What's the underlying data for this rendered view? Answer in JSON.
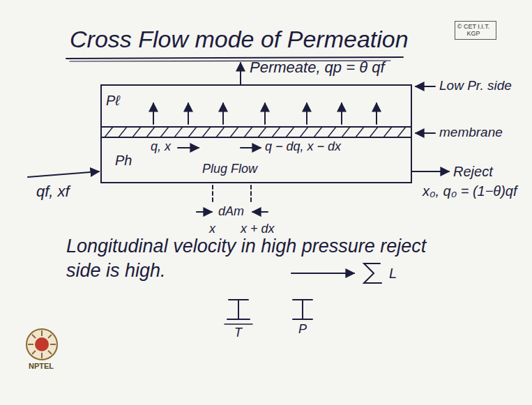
{
  "diagram": {
    "title": "Cross Flow mode of Permeation",
    "nodes": [
      {
        "text": [
          "© CET I.I.T. KGP"
        ]
      }
    ],
    "labels": [
      "Permeate, qp = θ qf",
      "Pℓ",
      "Low Pr. side",
      "membrane",
      "Ph",
      "q, x",
      "Plug Flow",
      "q − dq, x − dx",
      "Reject",
      "qf, xf",
      "x₀, q₀ = (1−θ)qf",
      "dAm",
      "x",
      "x + dx",
      "Longitudinal velocity in high pressure reject side is high.",
      "L",
      "T",
      "P",
      "NPTEL"
    ]
  }
}
